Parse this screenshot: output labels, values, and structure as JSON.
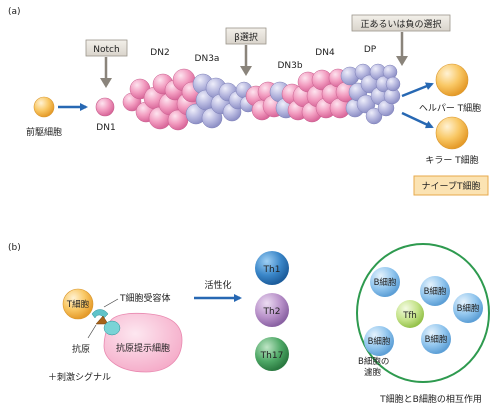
{
  "panel_a": {
    "label": "(a)",
    "callouts": {
      "notch": "Notch",
      "beta": "β選択",
      "posneg": "正あるいは負の選択"
    },
    "stages": {
      "prog": "前駆細胞",
      "dn1": "DN1",
      "dn2": "DN2",
      "dn3a": "DN3a",
      "dn3b": "DN3b",
      "dn4": "DN4",
      "dp": "DP"
    },
    "outcomes": {
      "helper": "ヘルパー T細胞",
      "killer": "キラー T細胞",
      "naive": "ナイーブT細胞"
    }
  },
  "panel_b": {
    "label": "(b)",
    "tcell": "T細胞",
    "tcr": "T細胞受容体",
    "antigen": "抗原",
    "apc": "抗原提示細胞",
    "signal": "＋刺激シグナル",
    "activation": "活性化",
    "subsets": [
      "Th1",
      "Th2",
      "Th17"
    ],
    "follicle": {
      "bcell": "B細胞",
      "tfh": "Tfh",
      "label_line1": "B細胞の",
      "label_line2": "濾胞"
    },
    "caption": "T細胞とB細胞の相互作用"
  },
  "colors": {
    "pink": "#f08cb4",
    "lavender": "#b5b6de",
    "orange": "#f6b94a",
    "blue_arrow": "#2768b3",
    "green": "#2e9a4f",
    "bcell": "#7db9e8",
    "tfh": "#b7dc6e",
    "th1": "#2f7fc1",
    "th2": "#b58ac4",
    "th17": "#3f9c5a",
    "naive_box": "#fbe3b3"
  }
}
